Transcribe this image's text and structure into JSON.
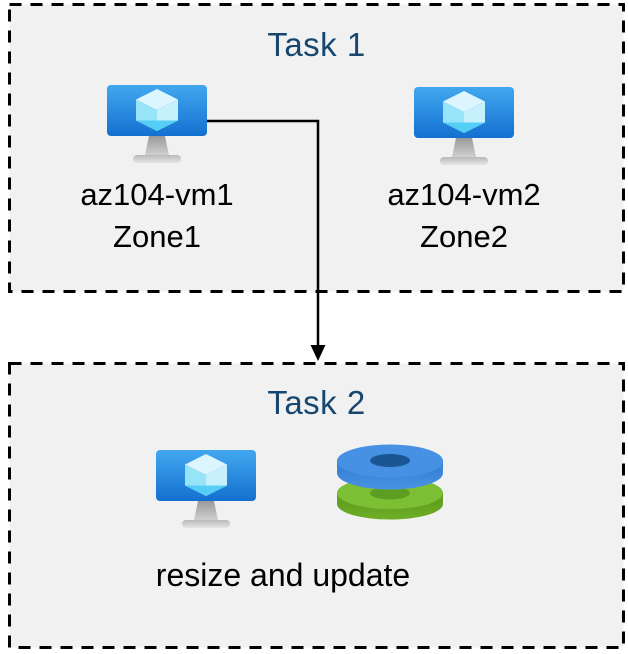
{
  "task1": {
    "title": "Task 1",
    "vms": [
      {
        "icon": "virtual-machine-icon",
        "name": "az104-vm1",
        "zone": "Zone1"
      },
      {
        "icon": "virtual-machine-icon",
        "name": "az104-vm2",
        "zone": "Zone2"
      }
    ]
  },
  "task2": {
    "title": "Task 2",
    "icons": [
      "virtual-machine-icon",
      "disks-icon"
    ],
    "caption": "resize and update"
  },
  "connector": {
    "from": "az104-vm1",
    "to": "Task 2",
    "style": "elbow-arrow-down"
  },
  "colors": {
    "page_bg": "#ffffff",
    "box_fill": "#f1f1f2",
    "box_border": "#000000",
    "connector": "#000000",
    "title_text": "#17466f",
    "label_text": "#000000",
    "vm_screen_top": "#42a7ef",
    "vm_screen_bottom": "#1470d0",
    "cube_top": "#dcf5fe",
    "cube_left": "#97e4f9",
    "cube_right": "#c6f0fc",
    "cube_bottom": "#55cef5",
    "stand_top": "#a8a8a8",
    "stand_bottom": "#d9d9d9",
    "disk_blue_top": "#4791e5",
    "disk_blue_hole": "#1a5694",
    "disk_blue_side": "#2e7ccd",
    "disk_green_top": "#7cbf35",
    "disk_green_hole": "#5d9e22",
    "disk_green_side": "#5a9a1d"
  }
}
